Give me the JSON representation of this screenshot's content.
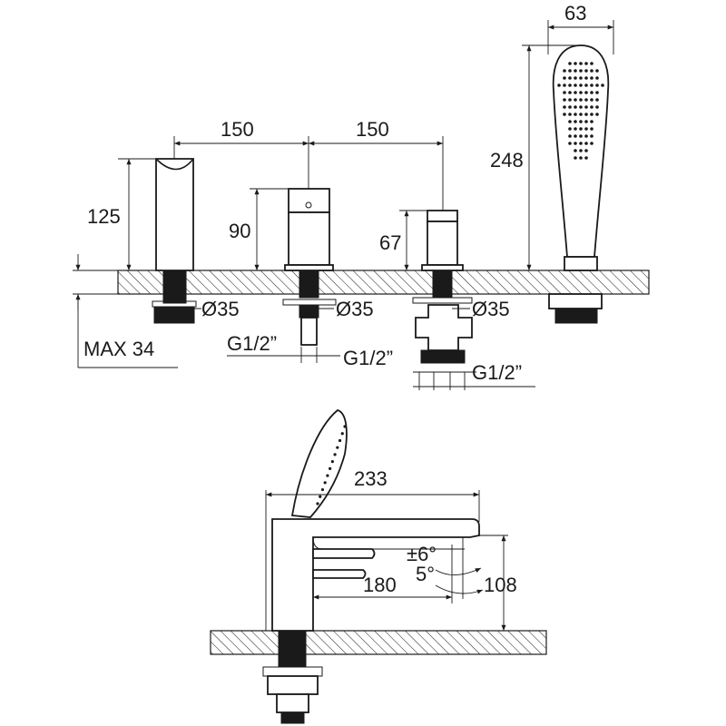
{
  "top_view": {
    "width_handshower": "63",
    "spacing_1": "150",
    "spacing_2": "150",
    "height_spout": "125",
    "height_valve": "90",
    "height_diverter": "67",
    "height_handshower": "248",
    "diameter_1": "Ø35",
    "diameter_2": "Ø35",
    "diameter_3": "Ø35",
    "max_thickness": "MAX 34",
    "thread_1": "G1/2”",
    "thread_2": "G1/2”",
    "thread_3": "G1/2”"
  },
  "side_view": {
    "reach_total": "233",
    "reach_spout": "180",
    "height": "108",
    "angle_tolerance": "±6°",
    "angle_tilt": "5°"
  }
}
